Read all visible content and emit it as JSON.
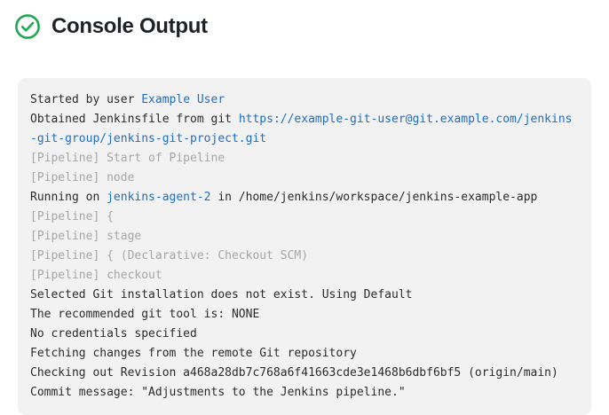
{
  "header": {
    "title": "Console Output",
    "status_icon": "check-circle-icon",
    "status_color": "#22a854"
  },
  "colors": {
    "panel_background": "#f2f2f2",
    "log_text": "#2b2b2b",
    "log_muted": "#a6a6a6",
    "link": "#1d6ec9",
    "title": "#1f2328"
  },
  "console": {
    "lines": [
      {
        "style": "normal",
        "parts": [
          {
            "text": "Started by user ",
            "kind": "text"
          },
          {
            "text": "Example User",
            "kind": "link"
          }
        ]
      },
      {
        "style": "normal",
        "parts": [
          {
            "text": "Obtained Jenkinsfile from git ",
            "kind": "text"
          },
          {
            "text": "https://example-git-user@git.example.com/jenkins-git-group/jenkins-git-project.git",
            "kind": "link"
          }
        ]
      },
      {
        "style": "muted",
        "parts": [
          {
            "text": "[Pipeline] Start of Pipeline",
            "kind": "text"
          }
        ]
      },
      {
        "style": "muted",
        "parts": [
          {
            "text": "[Pipeline] node",
            "kind": "text"
          }
        ]
      },
      {
        "style": "normal",
        "parts": [
          {
            "text": "Running on ",
            "kind": "text"
          },
          {
            "text": "jenkins-agent-2",
            "kind": "link"
          },
          {
            "text": " in /home/jenkins/workspace/jenkins-example-app",
            "kind": "text"
          }
        ]
      },
      {
        "style": "muted",
        "parts": [
          {
            "text": "[Pipeline] {",
            "kind": "text"
          }
        ]
      },
      {
        "style": "muted",
        "parts": [
          {
            "text": "[Pipeline] stage",
            "kind": "text"
          }
        ]
      },
      {
        "style": "muted",
        "parts": [
          {
            "text": "[Pipeline] { (Declarative: Checkout SCM)",
            "kind": "text"
          }
        ]
      },
      {
        "style": "muted",
        "parts": [
          {
            "text": "[Pipeline] checkout",
            "kind": "text"
          }
        ]
      },
      {
        "style": "normal",
        "parts": [
          {
            "text": "Selected Git installation does not exist. Using Default",
            "kind": "text"
          }
        ]
      },
      {
        "style": "normal",
        "parts": [
          {
            "text": "The recommended git tool is: NONE",
            "kind": "text"
          }
        ]
      },
      {
        "style": "normal",
        "parts": [
          {
            "text": "No credentials specified",
            "kind": "text"
          }
        ]
      },
      {
        "style": "normal",
        "parts": [
          {
            "text": "Fetching changes from the remote Git repository",
            "kind": "text"
          }
        ]
      },
      {
        "style": "normal",
        "parts": [
          {
            "text": "Checking out Revision a468a28db7c768a6f41663cde3e1468b6dbf6bf5 (origin/main)",
            "kind": "text"
          }
        ]
      },
      {
        "style": "normal",
        "parts": [
          {
            "text": "Commit message: \"Adjustments to the Jenkins pipeline.\"",
            "kind": "text"
          }
        ]
      }
    ]
  }
}
